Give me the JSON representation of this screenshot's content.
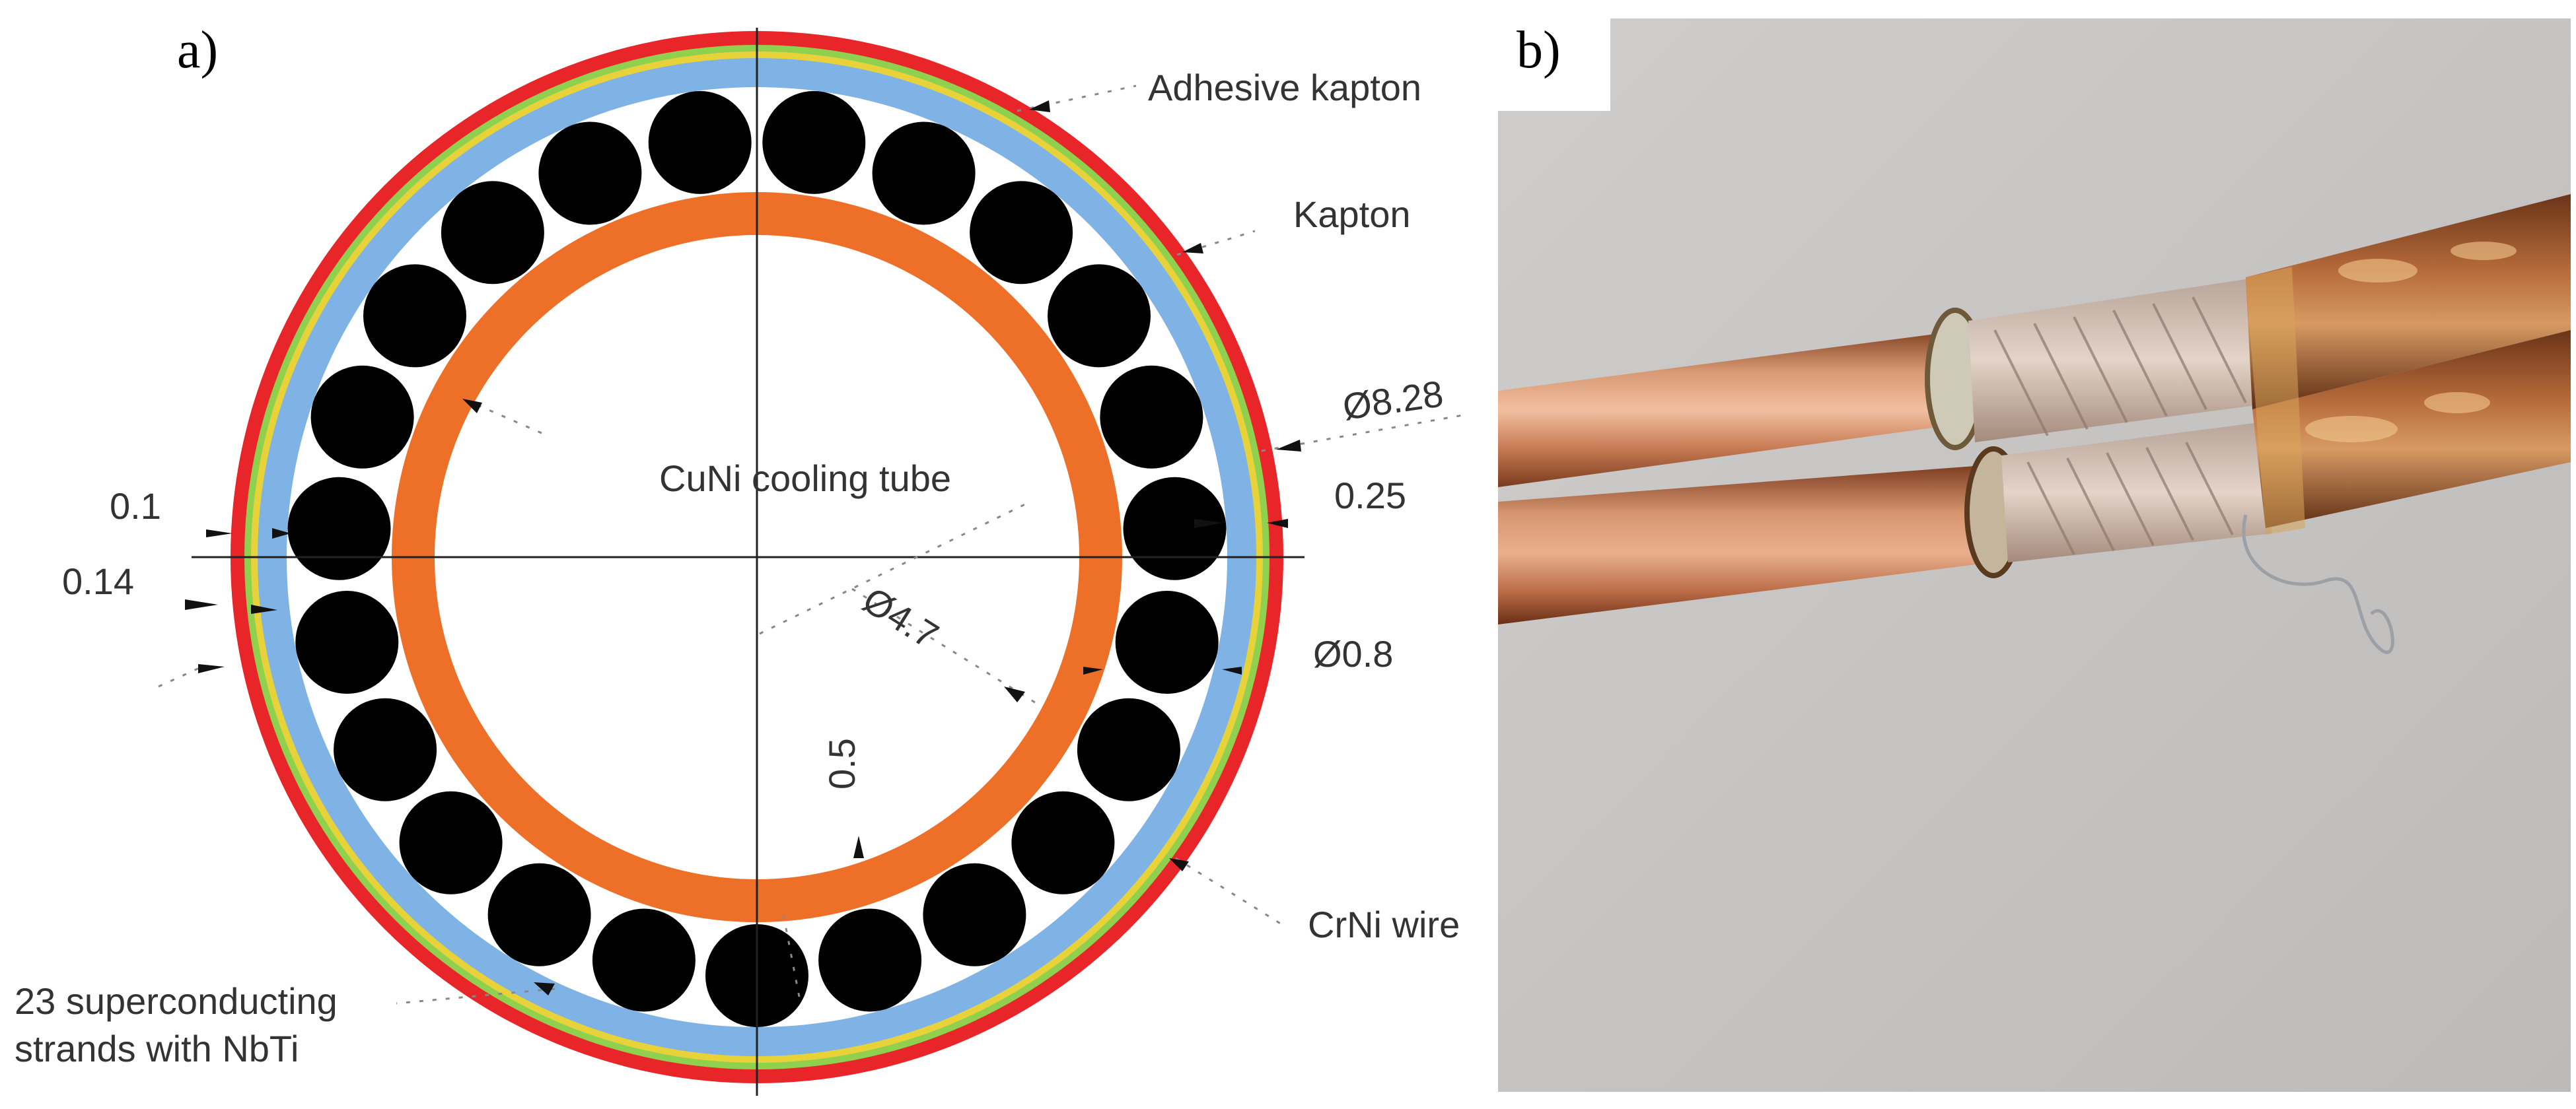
{
  "panels": {
    "a": {
      "label": "a)"
    },
    "b": {
      "label": "b)"
    }
  },
  "callouts": {
    "adhesive_kapton": "Adhesive kapton",
    "kapton": "Kapton",
    "cuni_tube": "CuNi cooling tube",
    "crni_wire": "CrNi wire",
    "strands_line1": "23 superconducting",
    "strands_line2": "strands with NbTi"
  },
  "dimensions": {
    "outer_diameter": "Ø8.28",
    "tube_diameter": "Ø4.7",
    "strand_diameter": "Ø0.8",
    "tube_wall": "0.5",
    "kapton_thickness": "0.25",
    "adhesive_thickness": "0.1",
    "layer_thickness": "0.14"
  },
  "strands": {
    "count": 23
  },
  "colors": {
    "outer_adhesive_kapton": "#e8262a",
    "crni_wire": "#8fd14f",
    "thin_yellow_layer": "#e8d23a",
    "kapton": "#7fb2e5",
    "cuni_tube": "#ee6f27",
    "strand": "#000000",
    "photo_background": "#c9c7c5",
    "copper": "#c8835a"
  }
}
